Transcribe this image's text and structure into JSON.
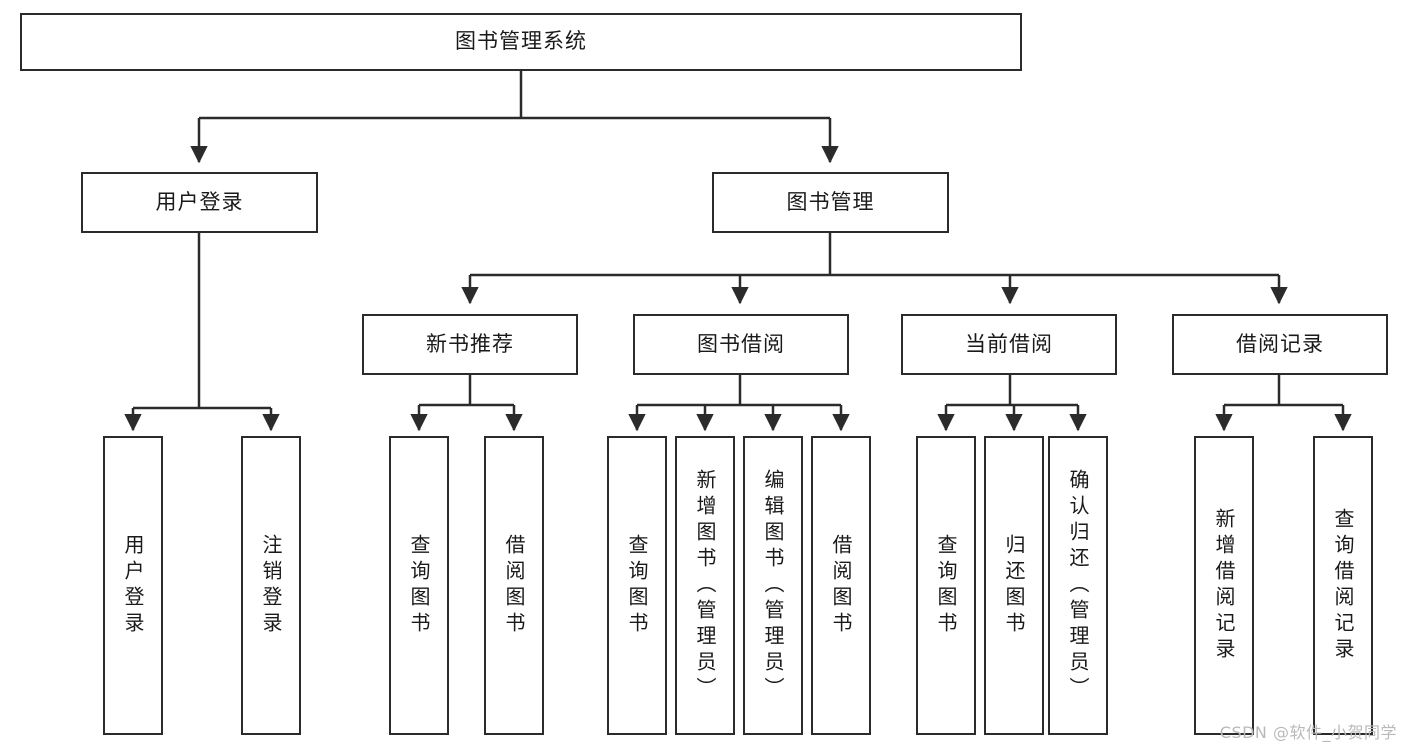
{
  "diagram": {
    "type": "tree-hierarchy-flowchart",
    "title": "图书管理系统",
    "root": {
      "id": "root",
      "label": "图书管理系统"
    },
    "level2": [
      {
        "id": "user-login",
        "label": "用户登录"
      },
      {
        "id": "book-manage",
        "label": "图书管理"
      }
    ],
    "level3": [
      {
        "id": "new-book-rec",
        "label": "新书推荐",
        "parent": "book-manage"
      },
      {
        "id": "book-borrow",
        "label": "图书借阅",
        "parent": "book-manage"
      },
      {
        "id": "current-borrow",
        "label": "当前借阅",
        "parent": "book-manage"
      },
      {
        "id": "borrow-record",
        "label": "借阅记录",
        "parent": "book-manage"
      }
    ],
    "leaves": [
      {
        "id": "leaf-user-login",
        "label": "用户登录",
        "parent": "user-login"
      },
      {
        "id": "leaf-logout",
        "label": "注销登录",
        "parent": "user-login"
      },
      {
        "id": "leaf-query-book-1",
        "label": "查询图书",
        "parent": "new-book-rec"
      },
      {
        "id": "leaf-borrow-book-1",
        "label": "借阅图书",
        "parent": "new-book-rec"
      },
      {
        "id": "leaf-query-book-2",
        "label": "查询图书",
        "parent": "book-borrow"
      },
      {
        "id": "leaf-add-book",
        "label": "新增图书（管理员）",
        "parent": "book-borrow"
      },
      {
        "id": "leaf-edit-book",
        "label": "编辑图书（管理员）",
        "parent": "book-borrow"
      },
      {
        "id": "leaf-borrow-book-2",
        "label": "借阅图书",
        "parent": "book-borrow"
      },
      {
        "id": "leaf-query-book-3",
        "label": "查询图书",
        "parent": "current-borrow"
      },
      {
        "id": "leaf-return-book",
        "label": "归还图书",
        "parent": "current-borrow"
      },
      {
        "id": "leaf-confirm-return",
        "label": "确认归还（管理员）",
        "parent": "current-borrow"
      },
      {
        "id": "leaf-add-record",
        "label": "新增借阅记录",
        "parent": "borrow-record"
      },
      {
        "id": "leaf-query-record",
        "label": "查询借阅记录",
        "parent": "borrow-record"
      }
    ],
    "colors": {
      "stroke": "#2b2b2b",
      "fill": "#ffffff",
      "text": "#1a1a1a",
      "watermark": "#b9b9b9"
    }
  },
  "watermark": {
    "text": "CSDN @软件_小贺同学"
  }
}
